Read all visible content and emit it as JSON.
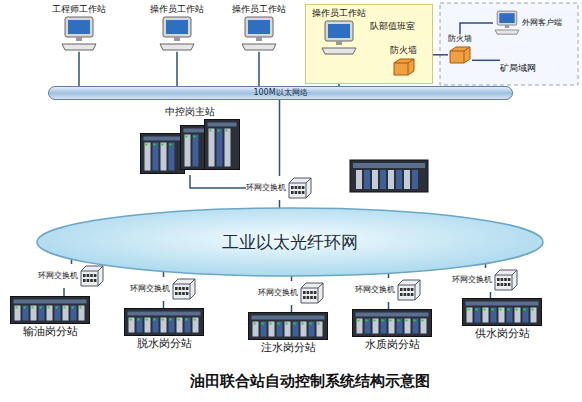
{
  "diagram": {
    "caption": "油田联合站自动控制系统结构示意图",
    "nodes": [
      {
        "text": [
          "工程师工作站"
        ]
      },
      {
        "text": [
          "操作员工作站"
        ]
      },
      {
        "text": [
          "操作员工作站"
        ]
      },
      {
        "text": [
          "队部值班室"
        ]
      },
      {
        "text": [
          "操作员工作站"
        ],
        "in": 3
      },
      {
        "text": [
          "防火墙"
        ],
        "in": 3
      },
      {
        "text": [
          "外网客户端"
        ]
      },
      {
        "text": [
          "防火墙"
        ]
      },
      {
        "text": [
          "矿局域网"
        ]
      },
      {
        "text": [
          "100M以太网络"
        ]
      },
      {
        "text": [
          "中控岗主站"
        ]
      },
      {
        "text": [
          "环网交换机"
        ]
      },
      {
        "text": [
          "工业以太光纤环网"
        ]
      },
      {
        "text": [
          "环网交换机"
        ]
      },
      {
        "text": [
          "输油岗分站"
        ]
      },
      {
        "text": [
          "环网交换机"
        ]
      },
      {
        "text": [
          "脱水岗分站"
        ]
      },
      {
        "text": [
          "环网交换机"
        ]
      },
      {
        "text": [
          "注水岗分站"
        ]
      },
      {
        "text": [
          "环网交换机"
        ]
      },
      {
        "text": [
          "水质岗分站"
        ]
      },
      {
        "text": [
          "环网交换机"
        ]
      },
      {
        "text": [
          "供水岗分站"
        ]
      }
    ],
    "edges": [
      {
        "from": 0,
        "to": 9,
        "arrow": "none"
      },
      {
        "from": 1,
        "to": 9,
        "arrow": "none"
      },
      {
        "from": 2,
        "to": 9,
        "arrow": "none"
      },
      {
        "from": 4,
        "to": 9,
        "arrow": "none"
      },
      {
        "from": 4,
        "to": 5,
        "arrow": "none"
      },
      {
        "from": 5,
        "to": 7,
        "arrow": "none"
      },
      {
        "from": 7,
        "to": 6,
        "arrow": "none"
      },
      {
        "from": 7,
        "to": 8,
        "arrow": "none"
      },
      {
        "from": 9,
        "to": 11,
        "arrow": "none"
      },
      {
        "from": 10,
        "to": 11,
        "arrow": "none"
      },
      {
        "from": 11,
        "to": 12,
        "arrow": "none"
      },
      {
        "from": 13,
        "to": 12,
        "arrow": "none"
      },
      {
        "from": 14,
        "to": 13,
        "arrow": "none"
      },
      {
        "from": 15,
        "to": 12,
        "arrow": "none"
      },
      {
        "from": 16,
        "to": 15,
        "arrow": "none"
      },
      {
        "from": 17,
        "to": 12,
        "arrow": "none"
      },
      {
        "from": 18,
        "to": 17,
        "arrow": "none"
      },
      {
        "from": 19,
        "to": 12,
        "arrow": "none"
      },
      {
        "from": 20,
        "to": 19,
        "arrow": "none"
      },
      {
        "from": 21,
        "to": 12,
        "arrow": "none"
      },
      {
        "from": 22,
        "to": 21,
        "arrow": "none"
      }
    ]
  }
}
